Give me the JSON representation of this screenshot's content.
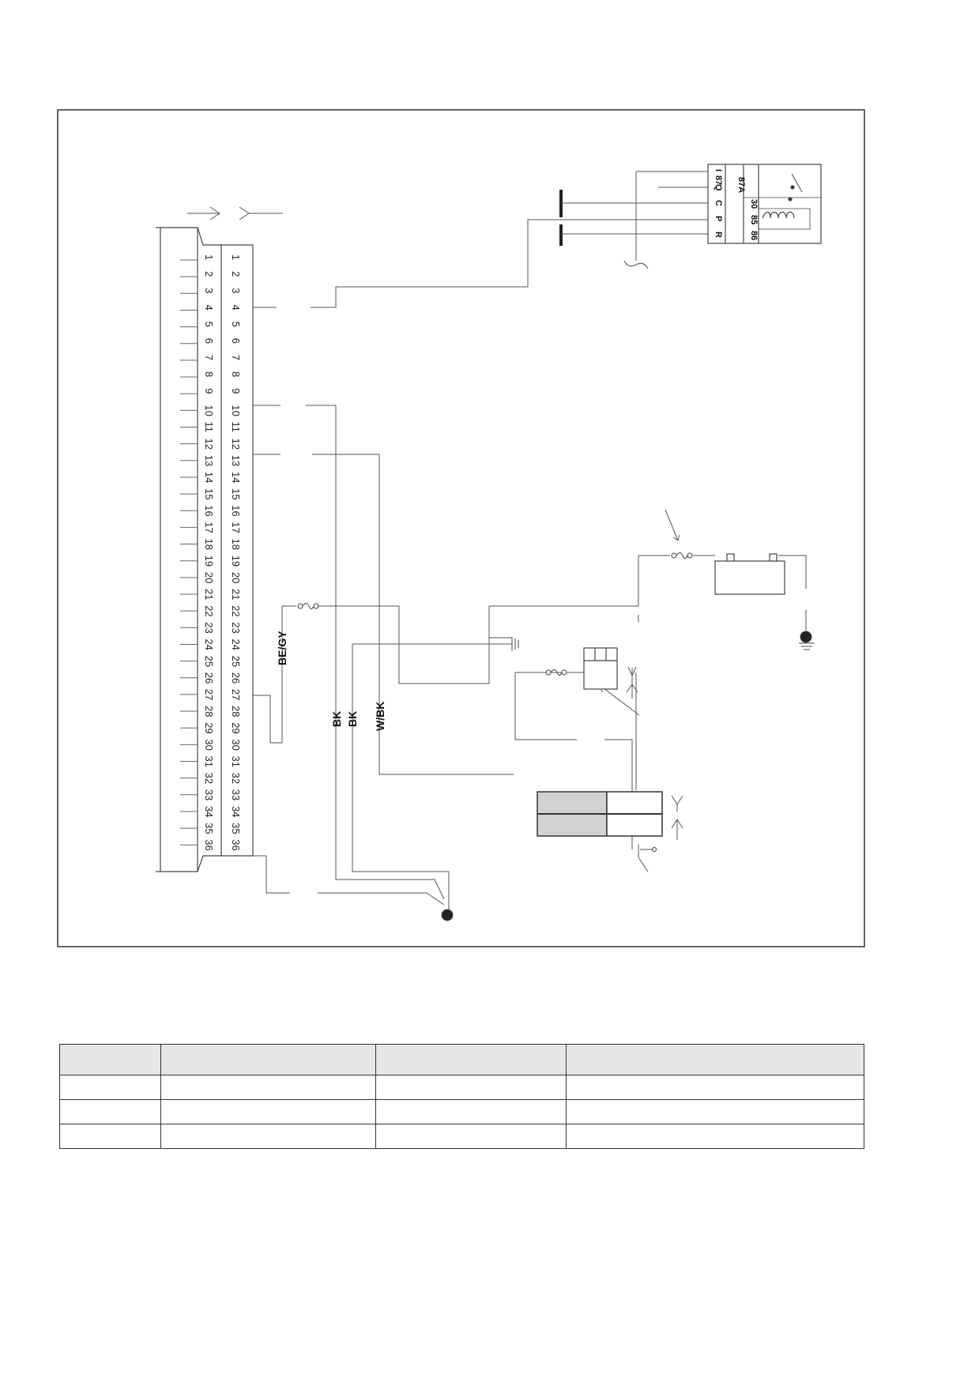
{
  "connector": {
    "pins_left": [
      "1",
      "2",
      "3",
      "4",
      "5",
      "6",
      "7",
      "8",
      "9",
      "10",
      "11",
      "12",
      "13",
      "14",
      "15",
      "16",
      "17",
      "18",
      "19",
      "20",
      "21",
      "22",
      "23",
      "24",
      "25",
      "26",
      "27",
      "28",
      "29",
      "30",
      "31",
      "32",
      "33",
      "34",
      "35",
      "36"
    ],
    "pins_right": [
      "1",
      "2",
      "3",
      "4",
      "5",
      "6",
      "7",
      "8",
      "9",
      "10",
      "11",
      "12",
      "13",
      "14",
      "15",
      "16",
      "17",
      "18",
      "19",
      "20",
      "21",
      "22",
      "23",
      "24",
      "25",
      "26",
      "27",
      "28",
      "29",
      "30",
      "31",
      "32",
      "33",
      "34",
      "35",
      "36"
    ]
  },
  "wires": {
    "be_gy": "BE/GY",
    "bk_1": "BK",
    "bk_2": "BK",
    "w_bk": "W/BK"
  },
  "relay": {
    "terminals_col1": [
      "I",
      "Q",
      "C",
      "P",
      "R"
    ],
    "terminal_87": "87",
    "terminal_87a": "87A",
    "terminals_col3": [
      "30",
      "85",
      "86"
    ]
  },
  "table": {
    "headers": [
      "",
      "",
      "",
      ""
    ],
    "rows": [
      [
        "",
        "",
        "",
        ""
      ],
      [
        "",
        "",
        "",
        ""
      ],
      [
        "",
        "",
        "",
        ""
      ]
    ]
  }
}
